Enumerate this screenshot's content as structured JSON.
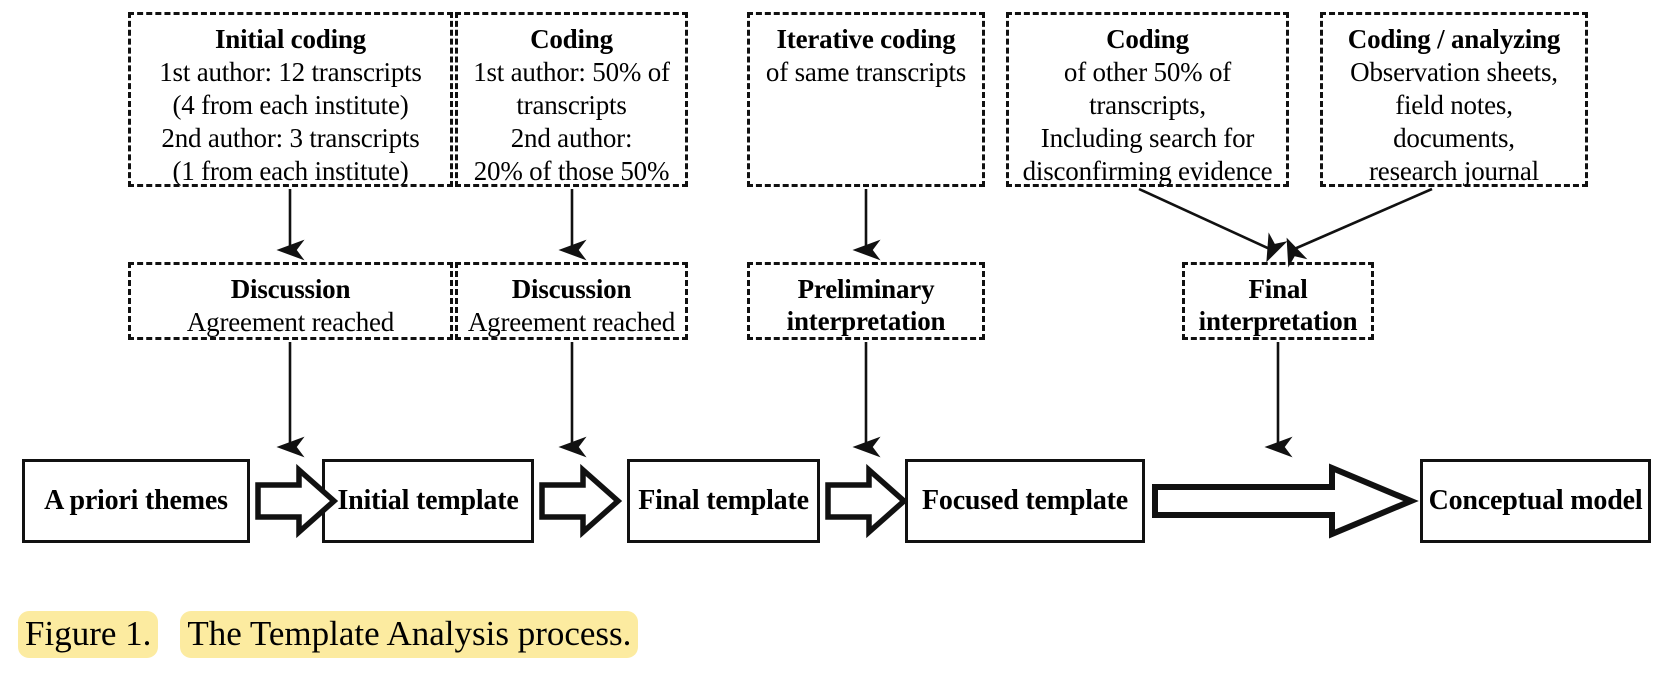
{
  "figure": {
    "caption_label": "Figure 1.",
    "caption_text": "The Template Analysis process.",
    "highlight_color": "#fceba0",
    "line_color": "#111111",
    "background_color": "#ffffff"
  },
  "nodes": {
    "top_row": [
      {
        "id": "initial-coding",
        "title": "Initial coding",
        "lines": [
          "1st author: 12 transcripts",
          "(4 from each institute)",
          "2nd author: 3 transcripts",
          "(1 from each institute)"
        ],
        "style": "dashed"
      },
      {
        "id": "coding-first-half",
        "title": "Coding",
        "lines": [
          "1st author: 50% of",
          "transcripts",
          "2nd author:",
          "20% of  those 50%"
        ],
        "style": "dashed"
      },
      {
        "id": "iterative-coding",
        "title": "Iterative coding",
        "lines": [
          "of same transcripts"
        ],
        "style": "dashed"
      },
      {
        "id": "coding-other-half",
        "title": "Coding",
        "lines": [
          "of other 50% of",
          "transcripts,",
          "Including search for",
          "disconfirming evidence"
        ],
        "style": "dashed"
      },
      {
        "id": "coding-analyzing",
        "title": "Coding / analyzing",
        "lines": [
          "Observation sheets,",
          "field notes,",
          "documents,",
          "research journal"
        ],
        "style": "dashed"
      }
    ],
    "middle_row": [
      {
        "id": "discussion-1",
        "title": "Discussion",
        "lines": [
          "Agreement reached"
        ],
        "style": "dashed"
      },
      {
        "id": "discussion-2",
        "title": "Discussion",
        "lines": [
          "Agreement reached"
        ],
        "style": "dashed"
      },
      {
        "id": "preliminary-interpretation",
        "title": "Preliminary",
        "title2": "interpretation",
        "lines": [],
        "style": "dashed"
      },
      {
        "id": "final-interpretation",
        "title": "Final",
        "title2": "interpretation",
        "lines": [],
        "style": "dashed"
      }
    ],
    "bottom_row": [
      {
        "id": "a-priori-themes",
        "title": "A priori themes",
        "style": "solid"
      },
      {
        "id": "initial-template",
        "title": "Initial template",
        "style": "solid"
      },
      {
        "id": "final-template",
        "title": "Final template",
        "style": "solid"
      },
      {
        "id": "focused-template",
        "title": "Focused template",
        "style": "solid"
      },
      {
        "id": "conceptual-model",
        "title": "Conceptual model",
        "style": "solid"
      }
    ]
  },
  "connectors": {
    "vertical_arrows": [
      {
        "from": "initial-coding",
        "to": "discussion-1"
      },
      {
        "from": "coding-first-half",
        "to": "discussion-2"
      },
      {
        "from": "iterative-coding",
        "to": "preliminary-interpretation"
      },
      {
        "from": "discussion-1",
        "to": "initial-template"
      },
      {
        "from": "discussion-2",
        "to": "final-template"
      },
      {
        "from": "preliminary-interpretation",
        "to": "focused-template"
      },
      {
        "from": "final-interpretation",
        "to": "conceptual-model"
      }
    ],
    "diagonal_arrows": [
      {
        "from": "coding-other-half",
        "to": "final-interpretation"
      },
      {
        "from": "coding-analyzing",
        "to": "final-interpretation"
      }
    ],
    "block_arrows": [
      {
        "from": "a-priori-themes",
        "to": "initial-template",
        "size": "small"
      },
      {
        "from": "initial-template",
        "to": "final-template",
        "size": "small"
      },
      {
        "from": "final-template",
        "to": "focused-template",
        "size": "small"
      },
      {
        "from": "focused-template",
        "to": "conceptual-model",
        "size": "large"
      }
    ]
  }
}
